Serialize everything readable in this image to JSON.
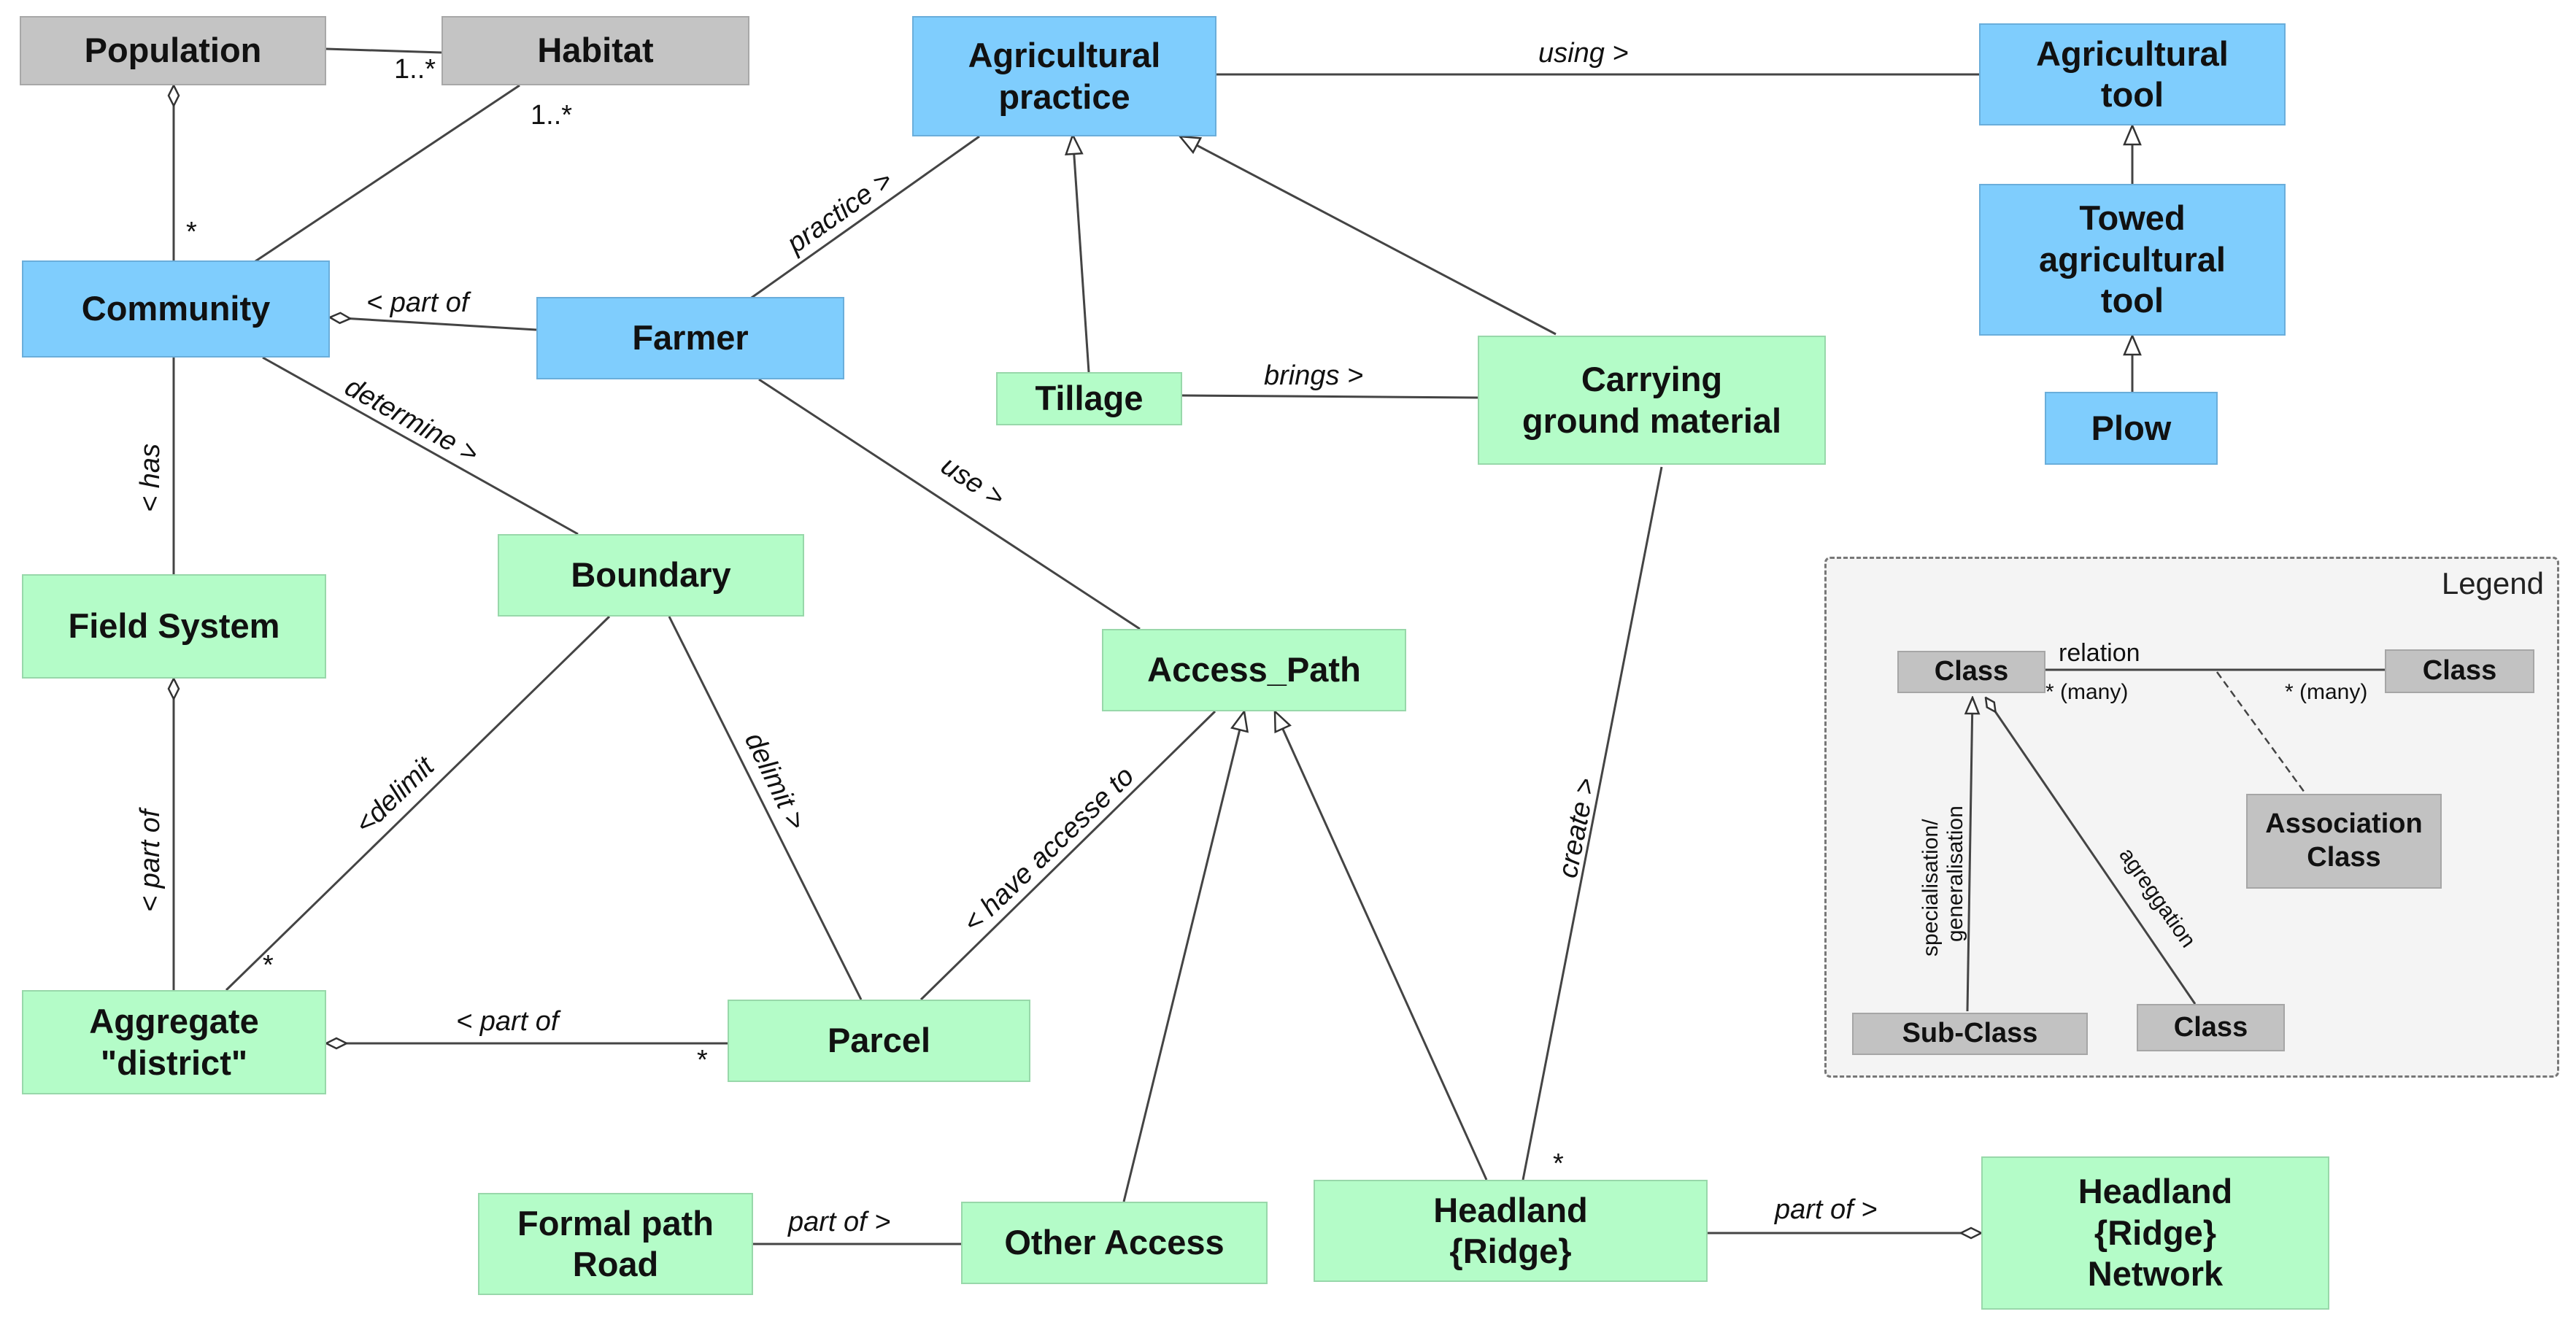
{
  "classes": {
    "population": "Population",
    "habitat": "Habitat",
    "community": "Community",
    "farmer": "Farmer",
    "field_system": "Field System",
    "boundary": "Boundary",
    "aggregate_district": "Aggregate\n\"district\"",
    "parcel": "Parcel",
    "agricultural_practice": "Agricultural\npractice",
    "tillage": "Tillage",
    "carrying_ground_material": "Carrying\nground material",
    "access_path": "Access_Path",
    "other_access": "Other Access",
    "formal_path_road": "Formal path\nRoad",
    "headland_ridge": "Headland\n{Ridge}",
    "headland_ridge_network": "Headland\n{Ridge}\nNetwork",
    "agricultural_tool": "Agricultural\ntool",
    "towed_agricultural_tool": "Towed\nagricultural\ntool",
    "plow": "Plow"
  },
  "relations": {
    "population_habitat_mult": "1..*",
    "habitat_community_mult": "1..*",
    "population_community_mult": "*",
    "practice": "practice >",
    "using": "using >",
    "part_of_community": "< part of",
    "has": "< has",
    "determine": "determine >",
    "use": "use >",
    "brings": "brings >",
    "delimit_left": "<delimit",
    "delimit_right": "delimit >",
    "aggregate_mult": "*",
    "part_of_field": "< part of",
    "have_accesse_to": "< have accesse to",
    "part_of_parcel": "< part of",
    "parcel_mult": "*",
    "create": "create >",
    "headland_mult": "*",
    "part_of_formal": "part of >",
    "part_of_headland": "part of >"
  },
  "legend": {
    "title": "Legend",
    "class_a": "Class",
    "class_b": "Class",
    "relation": "relation",
    "many_left": "* (many)",
    "many_right": "* (many)",
    "association_class": "Association\nClass",
    "specialisation": "specialisation/",
    "generalisation": "generalisation",
    "aggregation": "agreggation",
    "sub_class": "Sub-Class",
    "class_c": "Class"
  },
  "colors": {
    "blue_class": "#7fcdfd",
    "green_class": "#b4fcc8",
    "gray_class": "#c4c4c4"
  }
}
